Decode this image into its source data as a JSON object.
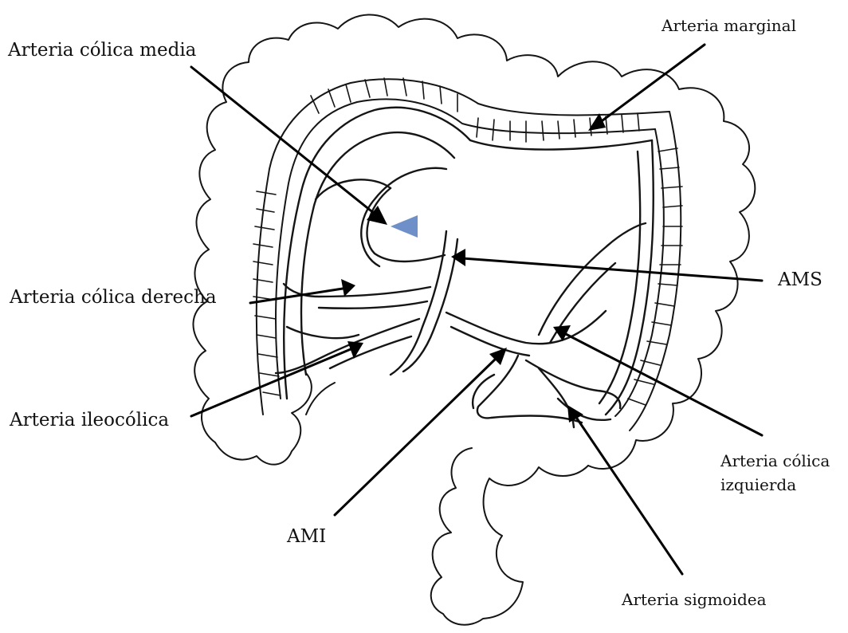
{
  "labels": {
    "arteria_colica_media": "Arteria cólica media",
    "arteria_marginal": "Arteria marginal",
    "ams": "AMS",
    "arteria_colica_derecha": "Arteria cólica derecha",
    "arteria_ileocolica": "Arteria ileocólica",
    "arteria_colica_izquierda_1": "Arteria cólica",
    "arteria_colica_izquierda_2": "izquierda",
    "ami": "AMI",
    "arteria_sigmoidea": "Arteria sigmoidea"
  },
  "colors": {
    "line": "#151515",
    "arrow": "#000000",
    "marker": "#6f8fc9",
    "background": "#ffffff"
  }
}
